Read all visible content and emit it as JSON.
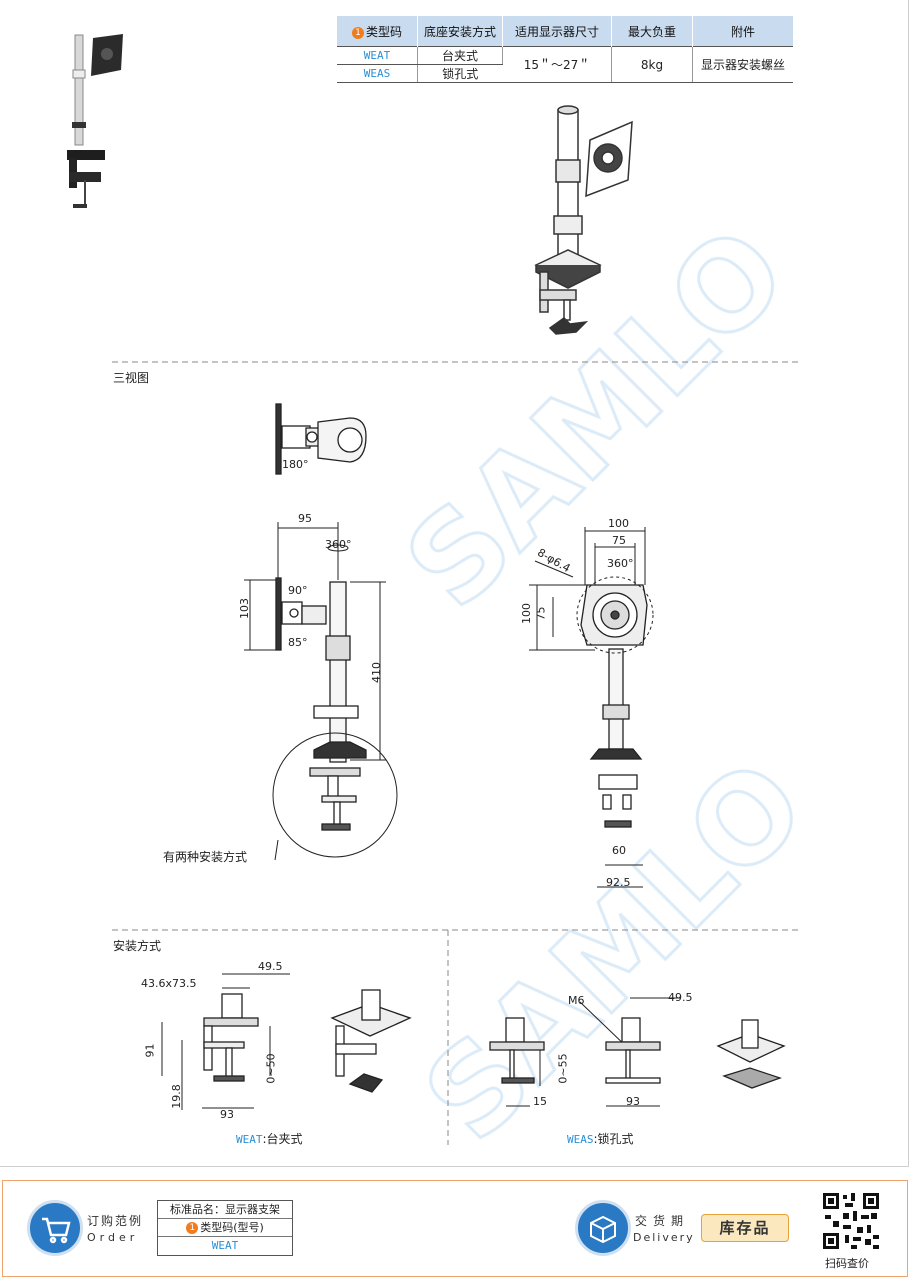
{
  "table": {
    "headers": [
      "类型码",
      "底座安装方式",
      "适用显示器尺寸",
      "最大负重",
      "附件"
    ],
    "header_badge": "1",
    "rows": [
      {
        "code": "WEAT",
        "mount": "台夹式"
      },
      {
        "code": "WEAS",
        "mount": "锁孔式"
      }
    ],
    "size": "15＂～27＂",
    "load": "8kg",
    "accessory": "显示器安装螺丝"
  },
  "sections": {
    "three_view": "三视图",
    "install": "安装方式",
    "two_methods": "有两种安装方式"
  },
  "dims": {
    "rot180": "180°",
    "w95": "95",
    "rot360a": "360°",
    "h103": "103",
    "ang90": "90°",
    "ang85": "85°",
    "h410": "410",
    "w100": "100",
    "w75": "75",
    "holes": "8-φ6.4",
    "rot360b": "360°",
    "v100": "100",
    "v75": "75",
    "b60": "60",
    "b92_5": "92.5",
    "clamp_slot": "43.6x73.5",
    "c49_5": "49.5",
    "c91": "91",
    "c19_8": "19.8",
    "c0_50": "0~50",
    "c93": "93",
    "m6": "M6",
    "s49_5": "49.5",
    "s0_55": "0~55",
    "s15": "15",
    "s93": "93"
  },
  "captions": {
    "weat_code": "WEAT",
    "weat_text": ":台夹式",
    "weas_code": "WEAS",
    "weas_text": ":锁孔式"
  },
  "watermark": "SAMLO",
  "footer": {
    "order_cn": "订购范例",
    "order_en": "Order",
    "std_name": "标准品名：显示器支架",
    "std_badge": "1",
    "std_type": "类型码(型号)",
    "std_code": "WEAT",
    "delivery_cn": "交货期",
    "delivery_en": "Delivery",
    "stock": "库存品",
    "scan": "扫码查价"
  },
  "colors": {
    "header_bg": "#c9dcef",
    "code_blue": "#2a8fd6",
    "badge_orange": "#f07c1e",
    "icon_blue": "#2a79c4"
  }
}
